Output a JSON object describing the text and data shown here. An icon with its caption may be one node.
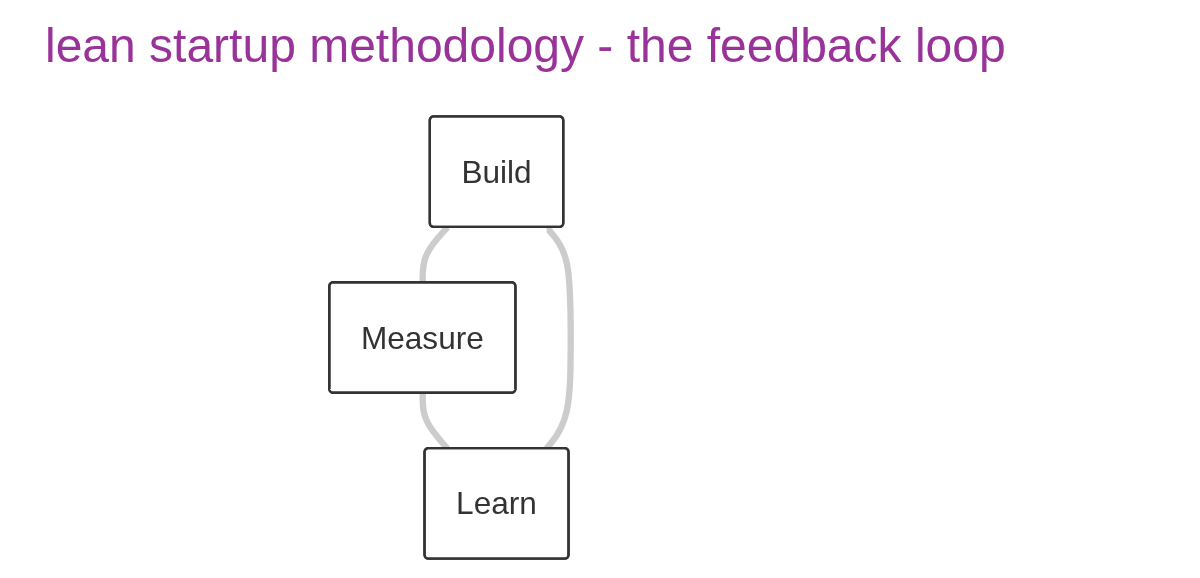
{
  "diagram": {
    "title": "lean startup methodology - the feedback loop",
    "nodes": [
      {
        "text": [
          "Build"
        ]
      },
      {
        "text": [
          "Measure"
        ]
      },
      {
        "text": [
          "Learn"
        ]
      }
    ],
    "edges": [
      {
        "from": 0,
        "to": 1,
        "arrow": "none"
      },
      {
        "from": 1,
        "to": 2,
        "arrow": "none"
      },
      {
        "from": 2,
        "to": 0,
        "arrow": "to"
      }
    ]
  }
}
